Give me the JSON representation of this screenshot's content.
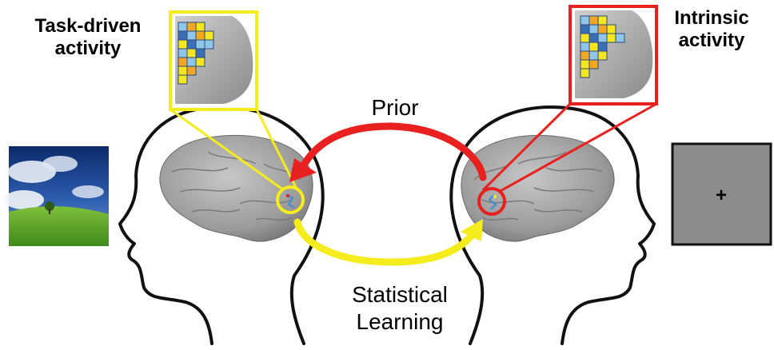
{
  "labels": {
    "task_driven_line1": "Task-driven",
    "task_driven_line2": "activity",
    "intrinsic_line1": "Intrinsic",
    "intrinsic_line2": "activity",
    "prior": "Prior",
    "statistical_line1": "Statistical",
    "statistical_line2": "Learning",
    "fixation": "+"
  },
  "colors": {
    "task_driven": "#f5ec1e",
    "intrinsic": "#e8201f",
    "prior_arrow": "#e8201f",
    "learning_arrow": "#f5ec1e",
    "head_outline": "#111111",
    "brain": "#9a9a9a",
    "fixation_screen": "#8c8c8c"
  },
  "icons": {
    "left_stimulus": "landscape-photo-icon",
    "right_stimulus": "fixation-cross-icon"
  }
}
